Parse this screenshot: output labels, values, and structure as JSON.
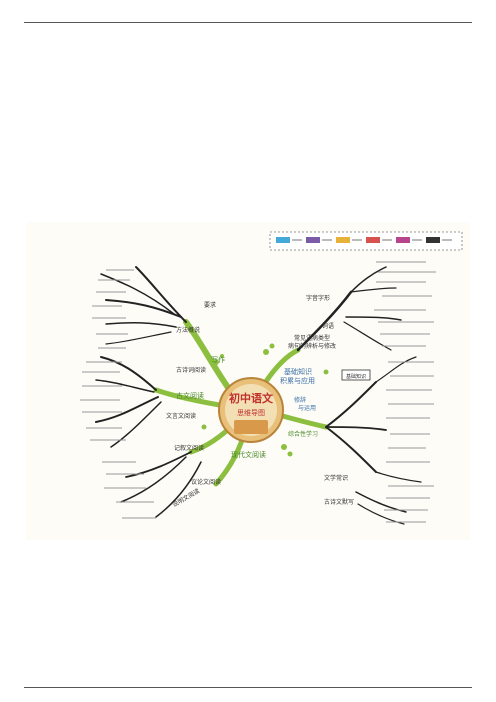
{
  "center": {
    "line1": "初中语文",
    "line2": "思维导图"
  },
  "branches": {
    "writing": "写作",
    "classical": "古文阅读",
    "modern": "现代文阅读",
    "basics_1": "基础知识",
    "basics_2": "积累与应用",
    "comprehensive": "综合性学习"
  },
  "sub": {
    "method": "方法概说",
    "essentials": "要求",
    "poetry": "古诗词阅读",
    "classical_text": "文言文阅读",
    "narrative": "记叙文阅读",
    "argument": "议论文阅读",
    "explain": "说明文阅读",
    "pinyin": "字音字形",
    "word": "词语",
    "sentence_1": "常见语病类型",
    "sentence_2": "病句的辨析与修改",
    "rhetoric_1": "修辞",
    "rhetoric_2": "与运用",
    "literature": "文学常识",
    "poem_recite": "古诗文默写"
  },
  "badge": "基础知识"
}
